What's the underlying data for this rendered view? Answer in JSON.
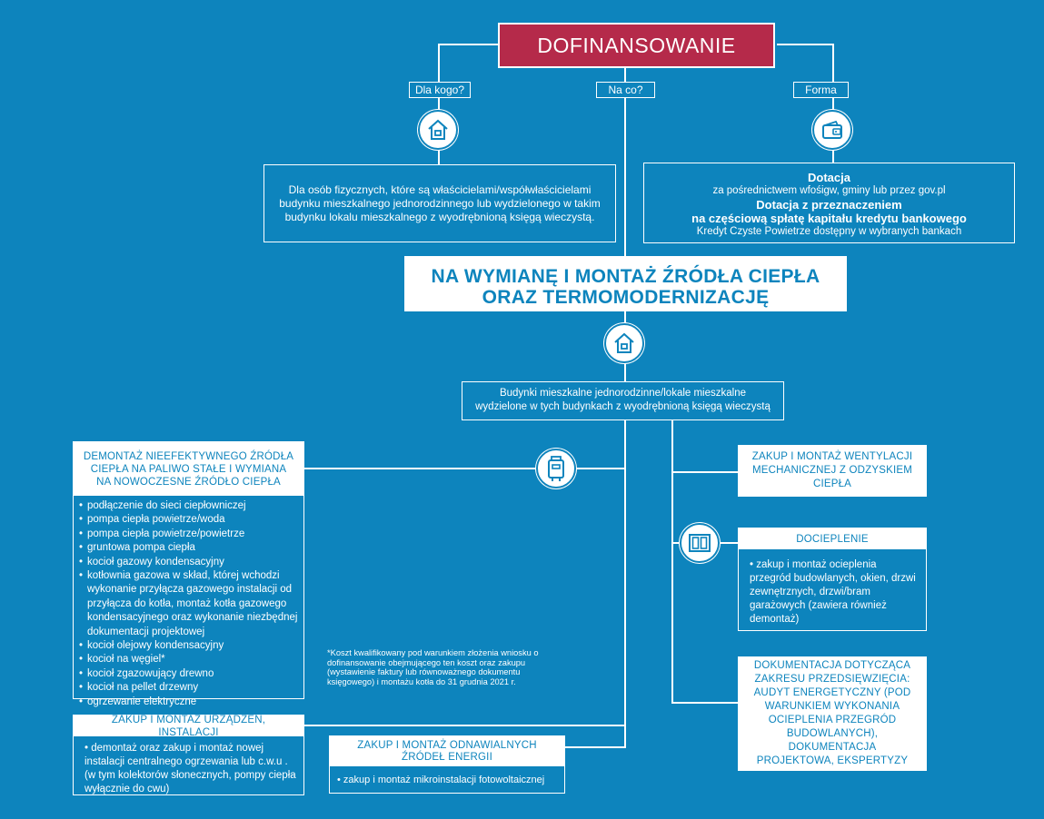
{
  "title": "DOFINANSOWANIE",
  "tags": {
    "dla_kogo": "Dla kogo?",
    "na_co": "Na co?",
    "forma": "Forma"
  },
  "icons": {
    "house_top": "house-icon",
    "wallet": "wallet-icon",
    "house_mid": "house-icon",
    "boiler": "boiler-icon",
    "window": "window-icon"
  },
  "who": {
    "text": "Dla osób fizycznych, które są właścicielami/współwłaścicielami budynku mieszkalnego jednorodzinnego lub wydzielonego w takim budynku lokalu mieszkalnego z wyodrębnioną księgą wieczystą."
  },
  "form": {
    "l1": "Dotacja",
    "l2": "za pośrednictwem wfośigw, gminy lub przez gov.pl",
    "l3": "Dotacja z przeznaczeniem",
    "l4": "na częściową spłatę kapitału kredytu bankowego",
    "l5": "Kredyt Czyste Powietrze dostępny w wybranych bankach"
  },
  "main": {
    "line1": "NA WYMIANĘ I MONTAŻ ŹRÓDŁA CIEPŁA",
    "line2": "ORAZ TERMOMODERNIZACJĘ"
  },
  "buildings": {
    "line1": "Budynki mieszkalne jednorodzinne/lokale mieszkalne",
    "line2": "wydzielone w tych budynkach z wyodrębnioną księgą wieczystą"
  },
  "demontaz": {
    "head": "DEMONTAŻ NIEEFEKTYWNEGO ŹRÓDŁA CIEPŁA NA PALIWO STAŁE I WYMIANA NA NOWOCZESNE ŹRÓDŁO CIEPŁA",
    "items": [
      "podłączenie do sieci ciepłowniczej",
      "pompa ciepła powietrze/woda",
      "pompa ciepła powietrze/powietrze",
      "gruntowa pompa ciepła",
      "kocioł gazowy kondensacyjny",
      "kotłownia gazowa w skład, której wchodzi wykonanie przyłącza gazowego instalacji od przyłącza do kotła, montaż kotła gazowego kondensacyjnego oraz wykonanie niezbędnej dokumentacji projektowej",
      "kocioł olejowy kondensacyjny",
      "kocioł na węgiel*",
      "kocioł zgazowujący drewno",
      "kocioł na pellet drzewny",
      "ogrzewanie elektryczne"
    ]
  },
  "note": "*Koszt kwalifikowany pod warunkiem złożenia wniosku o dofinansowanie obejmującego ten koszt oraz zakupu (wystawienie faktury lub równoważnego dokumentu księgowego) i montażu kotła do 31 grudnia 2021 r.",
  "urzadzenia": {
    "head": "ZAKUP I MONTAŻ URZĄDZEŃ, INSTALACJI",
    "text": "• demontaż oraz zakup i montaż nowej instalacji centralnego ogrzewania lub c.w.u . (w tym kolektorów słonecznych, pompy ciepła wyłącznie do cwu)"
  },
  "oze": {
    "head": "ZAKUP I MONTAŻ ODNAWIALNYCH ŹRÓDEŁ ENERGII",
    "text": "• zakup i montaż mikroinstalacji fotowoltaicznej"
  },
  "wentylacja": {
    "head": "ZAKUP I MONTAŻ WENTYLACJI MECHANICZNEJ Z ODZYSKIEM CIEPŁA"
  },
  "docieplenie": {
    "head": "DOCIEPLENIE",
    "text": "• zakup i montaż ocieplenia przegród budowlanych, okien, drzwi zewnętrznych, drzwi/bram garażowych (zawiera również demontaż)"
  },
  "dokumentacja": {
    "head": "DOKUMENTACJA DOTYCZĄCA ZAKRESU PRZEDSIĘWZIĘCIA: AUDYT ENERGETYCZNY (POD WARUNKIEM WYKONANIA OCIEPLENIA PRZEGRÓD BUDOWLANYCH), DOKUMENTACJA PROJEKTOWA, EKSPERTYZY"
  },
  "colors": {
    "background": "#0d84bd",
    "title": "#b52a4a",
    "white": "#ffffff"
  }
}
